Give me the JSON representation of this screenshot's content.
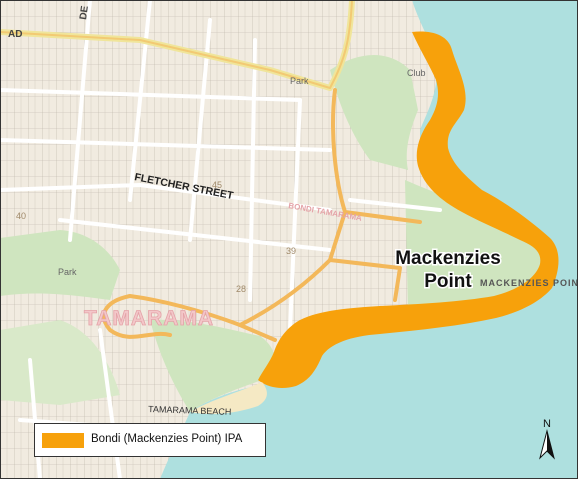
{
  "map": {
    "colors": {
      "sea": "#aee0df",
      "land": "#f1ebe0",
      "park": "#cfe5bf",
      "ipa": "#f7a10b",
      "road_major": "#f3b85a",
      "road_yellow": "#f0e59a",
      "road_minor": "#ffffff",
      "parcel": "#b9b2a6",
      "label_pink": "#e4a3a8"
    },
    "labels": {
      "top_left_road": "AD",
      "top_road": "DE",
      "park_north": "Park",
      "club": "Club",
      "fletcher_street": "FLETCHER   STREET",
      "bondi_tamarama": "BONDI TAMARAMA",
      "park_west": "Park",
      "tamarama": "TAMARAMA",
      "tamarama_beach": "TAMARAMA BEACH",
      "mackenzies_point_map": "MACKENZIES POINT",
      "num_45": "45",
      "num_40": "40",
      "num_39": "39",
      "num_28": "28"
    },
    "callout": {
      "line1": "Mackenzies",
      "line2": "Point"
    },
    "north_arrow": {
      "letter": "N"
    }
  },
  "legend": {
    "items": [
      {
        "label": "Bondi (Mackenzies Point) IPA",
        "color": "#f7a10b"
      }
    ]
  }
}
